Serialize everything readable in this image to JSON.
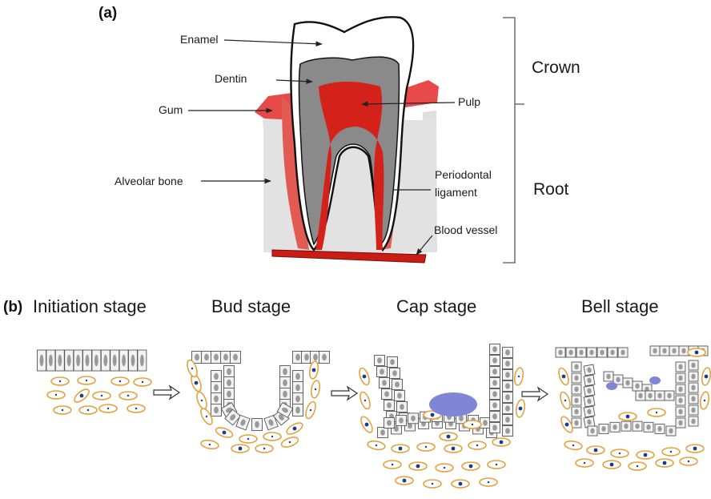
{
  "panel_a": {
    "tag": "(a)",
    "labels": {
      "enamel": "Enamel",
      "dentin": "Dentin",
      "gum": "Gum",
      "alveolar_bone": "Alveolar bone",
      "pulp": "Pulp",
      "periodontal_1": "Periodontal",
      "periodontal_2": "ligament",
      "blood_vessel": "Blood vessel"
    },
    "regions": {
      "crown": "Crown",
      "root": "Root"
    }
  },
  "panel_b": {
    "tag": "(b)",
    "stages": [
      "Initiation stage",
      "Bud stage",
      "Cap stage",
      "Bell stage"
    ]
  },
  "colors": {
    "gum": "#e84a4a",
    "pulp": "#d4221a",
    "dentin": "#8a8a8a",
    "bone": "#e0e0e0",
    "mesenchyme": "#e3a23d",
    "nucleus": "#1a3a8c",
    "condensation": "#7f86d6"
  }
}
